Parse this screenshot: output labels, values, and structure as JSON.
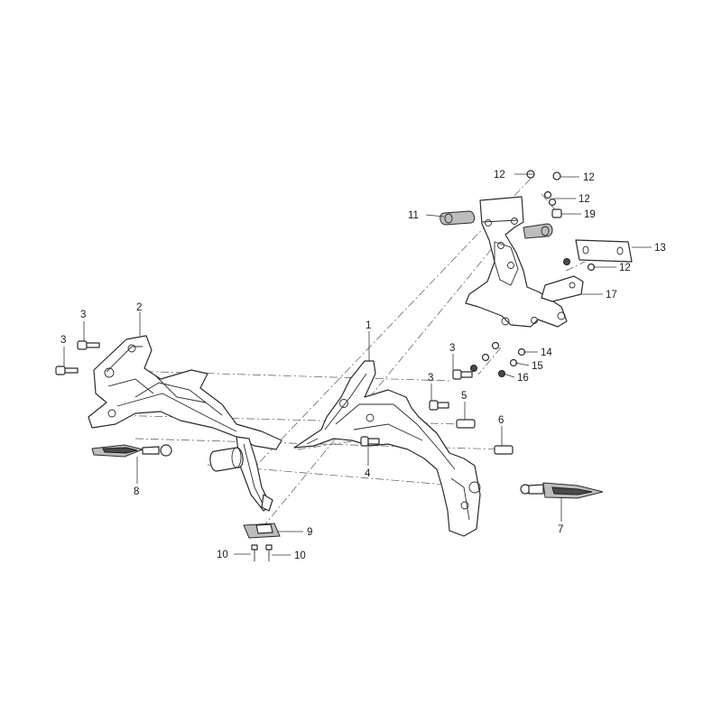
{
  "callouts": [
    {
      "id": "c1",
      "label": "1"
    },
    {
      "id": "c2",
      "label": "2"
    },
    {
      "id": "c3a",
      "label": "3"
    },
    {
      "id": "c3b",
      "label": "3"
    },
    {
      "id": "c3c",
      "label": "3"
    },
    {
      "id": "c3d",
      "label": "3"
    },
    {
      "id": "c4",
      "label": "4"
    },
    {
      "id": "c5",
      "label": "5"
    },
    {
      "id": "c6",
      "label": "6"
    },
    {
      "id": "c7",
      "label": "7"
    },
    {
      "id": "c8",
      "label": "8"
    },
    {
      "id": "c9",
      "label": "9"
    },
    {
      "id": "c10a",
      "label": "10"
    },
    {
      "id": "c10b",
      "label": "10"
    },
    {
      "id": "c11",
      "label": "11"
    },
    {
      "id": "c12a",
      "label": "12"
    },
    {
      "id": "c12b",
      "label": "12"
    },
    {
      "id": "c12c",
      "label": "12"
    },
    {
      "id": "c12d",
      "label": "12"
    },
    {
      "id": "c13",
      "label": "13"
    },
    {
      "id": "c14",
      "label": "14"
    },
    {
      "id": "c15",
      "label": "15"
    },
    {
      "id": "c16",
      "label": "16"
    },
    {
      "id": "c17",
      "label": "17"
    },
    {
      "id": "c19",
      "label": "19"
    }
  ]
}
